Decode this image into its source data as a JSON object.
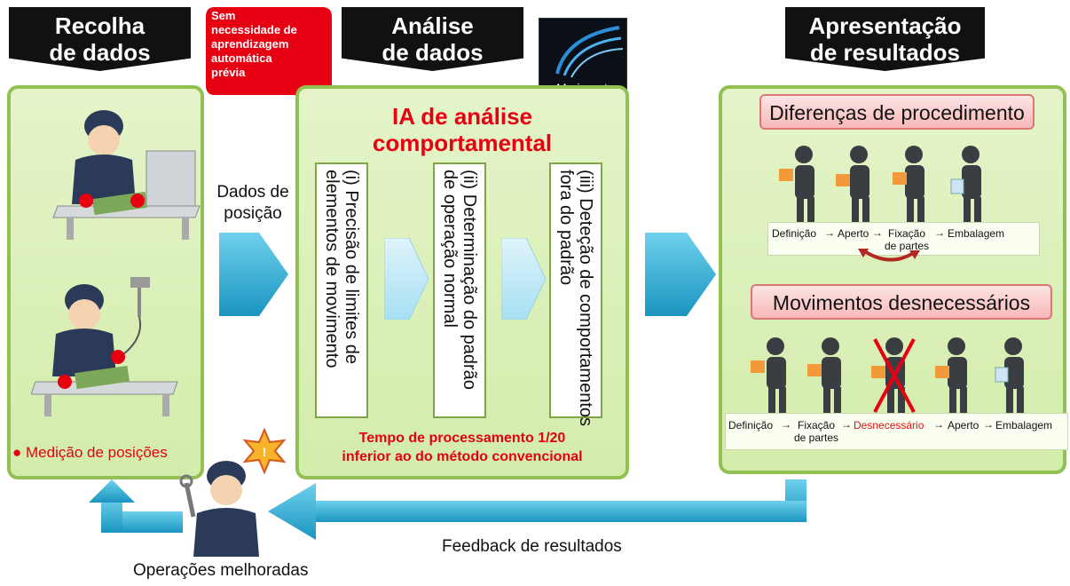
{
  "banners": {
    "collect": [
      "Recolha",
      "de dados"
    ],
    "analyze": [
      "Análise",
      "de dados"
    ],
    "present": [
      "Apresentação",
      "de resultados"
    ]
  },
  "callout": [
    "Sem",
    "necessidade de",
    "aprendizagem",
    "automática",
    "prévia"
  ],
  "logo_text": "Maisart",
  "position_data_label": [
    "Dados de",
    "posição"
  ],
  "measurement_label": "Medição de posições",
  "ai": {
    "title": [
      "IA de análise",
      "comportamental"
    ],
    "steps": [
      [
        "(i) Precisão de limites de",
        "elementos de movimento"
      ],
      [
        "(ii) Determinação do padrão",
        "de operação normal"
      ],
      [
        "(iii) Deteção de comportamentos",
        "fora do padrão"
      ]
    ],
    "note": [
      "Tempo de processamento 1/20",
      "inferior ao do método convencional"
    ]
  },
  "results": {
    "diff_title": "Diferenças de procedimento",
    "diff_flow": {
      "step1": "Definição",
      "step2": "Aperto",
      "step3": [
        "Fixação",
        "de partes"
      ],
      "step4": "Embalagem"
    },
    "unnecessary_title": "Movimentos desnecessários",
    "unnecessary_flow": {
      "step1": "Definição",
      "step2": [
        "Fixação",
        "de partes"
      ],
      "step3": "Desnecessário",
      "step4": "Aperto",
      "step5": "Embalagem"
    }
  },
  "feedback_label": "Feedback de resultados",
  "improved_label": "Operações melhoradas",
  "colors": {
    "accent_red": "#e60012",
    "panel_green": "#93c052",
    "arrow_blue": "#1ea3c9",
    "banner_black": "#111111"
  }
}
